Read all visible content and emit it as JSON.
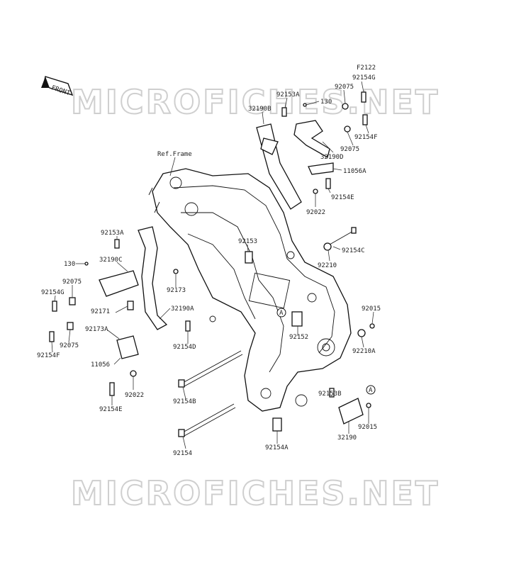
{
  "figure_code": "F2122",
  "front_label": "FRONT",
  "ref_frame_label": "Ref.Frame",
  "watermark": "MICROFICHES.NET",
  "circle_ref": "A",
  "labels": {
    "l92154G_top": "92154G",
    "l92075_top": "92075",
    "l92153A_top": "92153A",
    "l130_top": "130",
    "l32190B": "32190B",
    "l92154F_top": "92154F",
    "l92075_mid": "92075",
    "l32190D": "32190D",
    "l11056A": "11056A",
    "l92154E_right": "92154E",
    "l92022_right": "92022",
    "l92153A_left": "92153A",
    "l92153": "92153",
    "l92154C": "92154C",
    "l32190C": "32190C",
    "l130_left": "130",
    "l92210": "92210",
    "l92075_left": "92075",
    "l92173": "92173",
    "l92154G_left": "92154G",
    "l92171": "92171",
    "l32190A": "32190A",
    "l92015_right": "92015",
    "l92173A": "92173A",
    "l92152": "92152",
    "l92154D": "92154D",
    "l92210A": "92210A",
    "l92075_left2": "92075",
    "l92154F_left": "92154F",
    "l11056": "11056",
    "l92022_left": "92022",
    "l92153B": "92153B",
    "l92154B": "92154B",
    "l92154E_left": "92154E",
    "l92015_bottom": "92015",
    "l32190": "32190",
    "l92154A": "92154A",
    "l92154": "92154"
  }
}
